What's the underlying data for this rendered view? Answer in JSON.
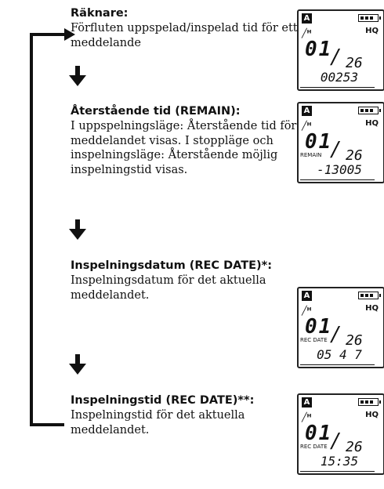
{
  "sections": [
    {
      "heading": "Räknare:",
      "body": "Förfluten uppspelad/inspelad tid för ett meddelande",
      "lcd": {
        "icon": "A",
        "quality": "HQ",
        "current": "01",
        "total": "26",
        "label": "",
        "display": "00253"
      }
    },
    {
      "heading": "Återstående tid (REMAIN):",
      "body": "I uppspelningsläge: Återstående tid för meddelandet visas. I stoppläge och inspelningsläge: Återstående möjlig inspelningstid visas.",
      "lcd": {
        "icon": "A",
        "quality": "HQ",
        "current": "01",
        "total": "26",
        "label": "REMAIN",
        "display": "-13005"
      }
    },
    {
      "heading": "Inspelningsdatum (REC DATE)*:",
      "body": "Inspelningsdatum för det aktuella meddelandet.",
      "lcd": {
        "icon": "A",
        "quality": "HQ",
        "current": "01",
        "total": "26",
        "label": "REC DATE",
        "display": "05 4 7"
      }
    },
    {
      "heading": "Inspelningstid (REC DATE)**:",
      "body": "Inspelningstid för det aktuella meddelandet.",
      "lcd": {
        "icon": "A",
        "quality": "HQ",
        "current": "01",
        "total": "26",
        "label": "REC DATE",
        "display": "15:35"
      }
    }
  ],
  "icons": [
    "loop-arrow-icon",
    "down-arrow-icon",
    "battery-icon",
    "microphone-icon"
  ]
}
